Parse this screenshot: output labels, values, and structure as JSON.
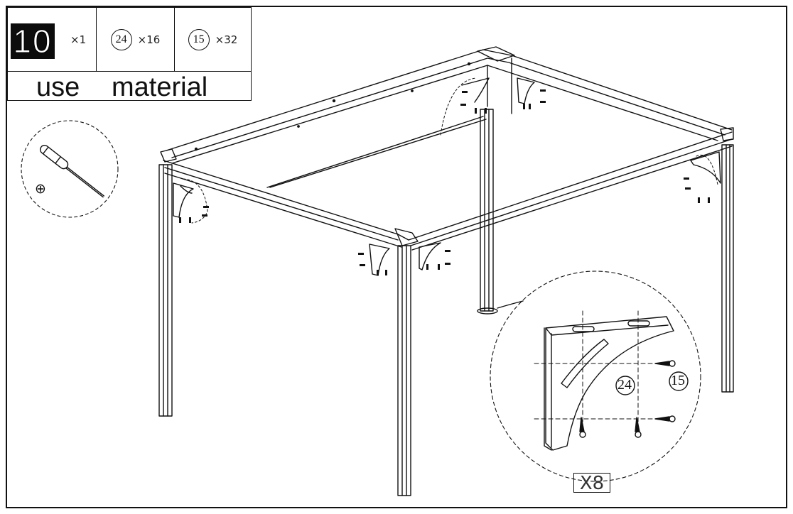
{
  "materials": {
    "step_number": "10",
    "step_qty": "×1",
    "parts": [
      {
        "id": "24",
        "qty": "×16"
      },
      {
        "id": "15",
        "qty": "×32"
      }
    ],
    "use_label": "use",
    "material_label": "material"
  },
  "tool": {
    "icon": "phillips-screwdriver-icon",
    "symbol": "⊕"
  },
  "detail": {
    "bracket_part": "24",
    "screw_part": "15",
    "multiplier": "X8"
  }
}
